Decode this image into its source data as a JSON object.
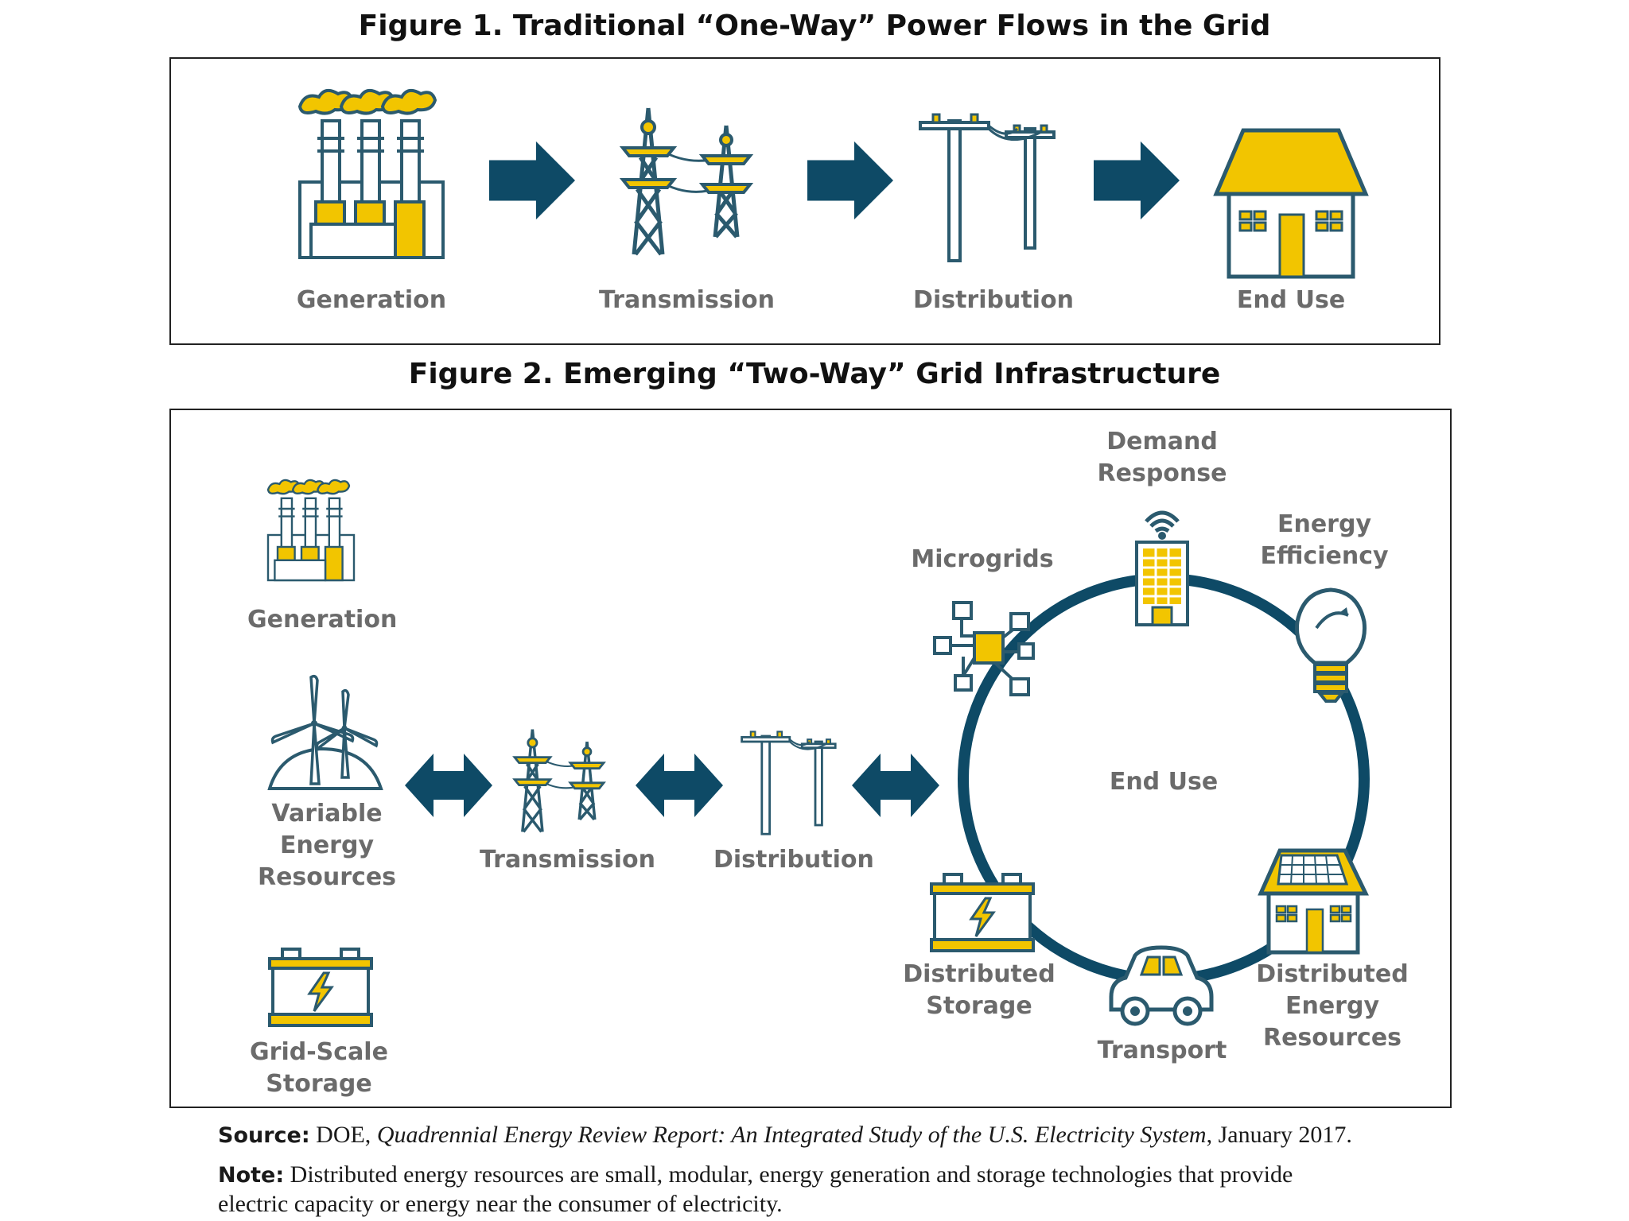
{
  "figure1": {
    "title": "Figure 1. Traditional “One-Way” Power Flows in the Grid",
    "labels": {
      "generation": "Generation",
      "transmission": "Transmission",
      "distribution": "Distribution",
      "end_use": "End Use"
    }
  },
  "figure2": {
    "title": "Figure 2. Emerging “Two-Way” Grid Infrastructure",
    "labels": {
      "generation": "Generation",
      "variable_energy_resources": "Variable\nEnergy\nResources",
      "grid_scale_storage": "Grid-Scale\nStorage",
      "transmission": "Transmission",
      "distribution": "Distribution",
      "end_use": "End Use",
      "demand_response": "Demand\nResponse",
      "microgrids": "Microgrids",
      "energy_efficiency": "Energy\nEfficiency",
      "distributed_storage": "Distributed\nStorage",
      "transport": "Transport",
      "distributed_energy_resources": "Distributed\nEnergy\nResources"
    }
  },
  "footer": {
    "source_label": "Source:",
    "source_pre": "DOE,",
    "source_title": "Quadrennial Energy Review Report: An Integrated Study of the U.S. Electricity System",
    "source_post": ", January 2017.",
    "note_label": "Note:",
    "note_text": "Distributed energy resources are small, modular, energy generation and storage technologies that provide electric capacity or energy near the consumer of electricity."
  },
  "colors": {
    "navy": "#0e4a66",
    "gold": "#f2c500",
    "outline": "#2b5a6e"
  }
}
